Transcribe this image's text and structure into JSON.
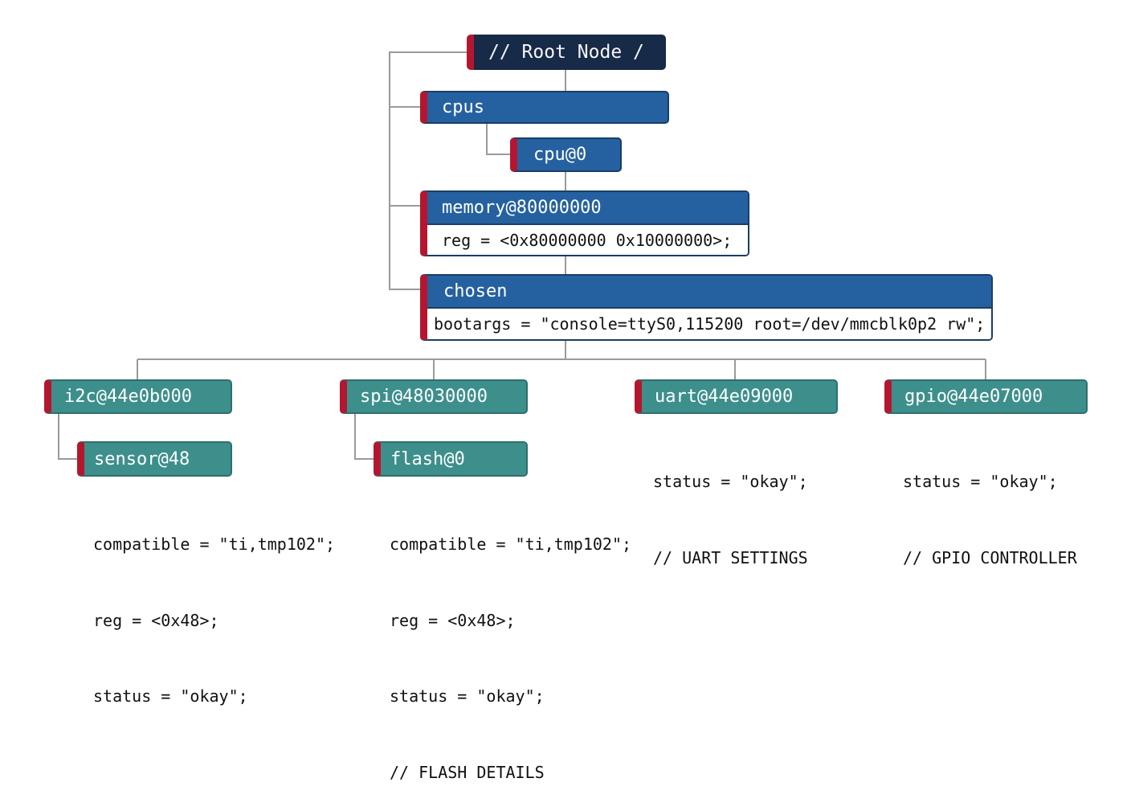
{
  "nodes": {
    "root": "// Root Node /",
    "cpus": "cpus",
    "cpu0": "cpu@0",
    "memory": {
      "name": "memory@80000000",
      "prop": "reg = <0x80000000 0x10000000>;"
    },
    "chosen": {
      "name": "chosen",
      "prop": "bootargs = \"console=ttyS0,115200 root=/dev/mmcblk0p2 rw\";"
    },
    "i2c": "i2c@44e0b000",
    "sensor": "sensor@48",
    "spi": "spi@48030000",
    "flash": "flash@0",
    "uart": "uart@44e09000",
    "gpio": "gpio@44e07000"
  },
  "properties": {
    "sensor": [
      "compatible = \"ti,tmp102\";",
      "reg = <0x48>;",
      "status = \"okay\";"
    ],
    "flash": [
      "compatible = \"ti,tmp102\";",
      "reg = <0x48>;",
      "status = \"okay\";",
      "// FLASH DETAILS"
    ],
    "uart": [
      "status = \"okay\";",
      "// UART SETTINGS"
    ],
    "gpio": [
      "status = \"okay\";",
      "// GPIO CONTROLLER"
    ]
  },
  "colors": {
    "root": "#172a47",
    "system_node": "#2561a0",
    "peripheral_node": "#3d8f8c",
    "accent": "#b5162f",
    "connector": "#9a9a9a"
  }
}
